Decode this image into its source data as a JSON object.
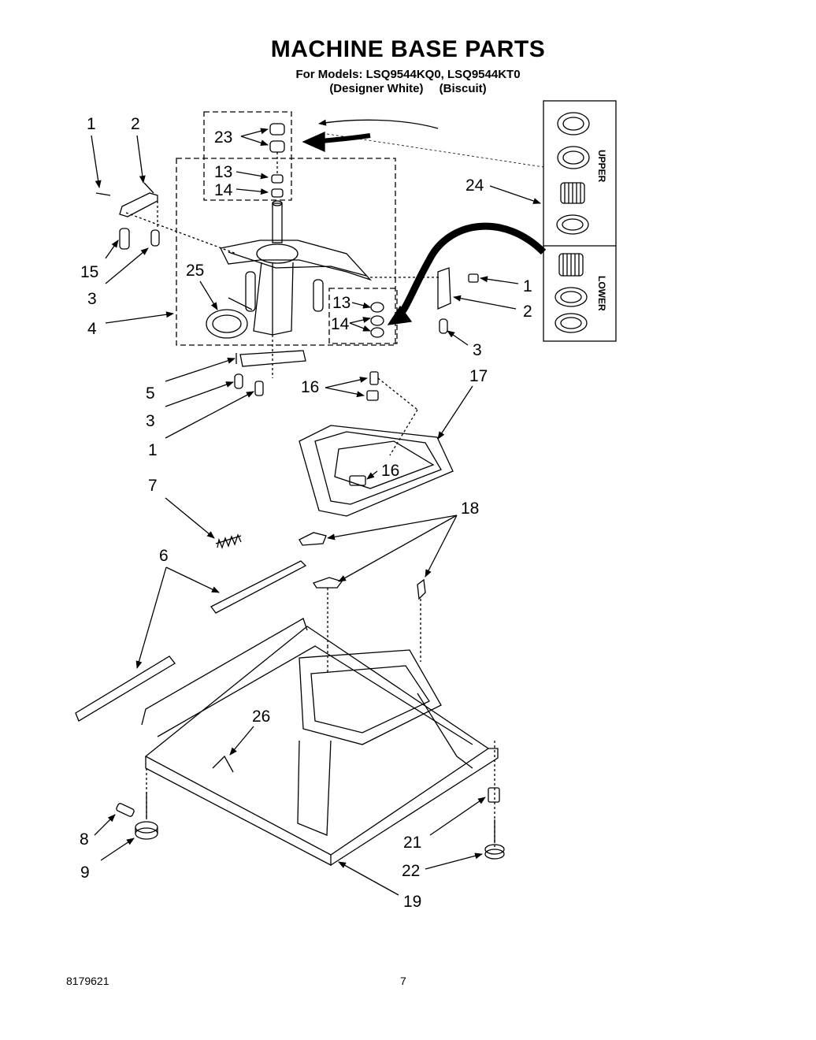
{
  "header": {
    "title": "MACHINE BASE PARTS",
    "models_line": "For Models: LSQ9544KQ0, LSQ9544KT0",
    "color_1": "(Designer White)",
    "color_2": "(Biscuit)"
  },
  "inset": {
    "upper_label": "UPPER",
    "lower_label": "LOWER"
  },
  "callouts": {
    "c1a": "1",
    "c2a": "2",
    "c23": "23",
    "c13a": "13",
    "c14a": "14",
    "c24": "24",
    "c15": "15",
    "c3a": "3",
    "c25": "25",
    "c4": "4",
    "c1b": "1",
    "c2b": "2",
    "c13b": "13",
    "c14b": "14",
    "c3b": "3",
    "c5": "5",
    "c3c": "3",
    "c1c": "1",
    "c16a": "16",
    "c17": "17",
    "c16b": "16",
    "c7": "7",
    "c18": "18",
    "c6": "6",
    "c26": "26",
    "c8": "8",
    "c9": "9",
    "c21": "21",
    "c22": "22",
    "c19": "19"
  },
  "footer": {
    "part_number": "8179621",
    "page_number": "7"
  }
}
